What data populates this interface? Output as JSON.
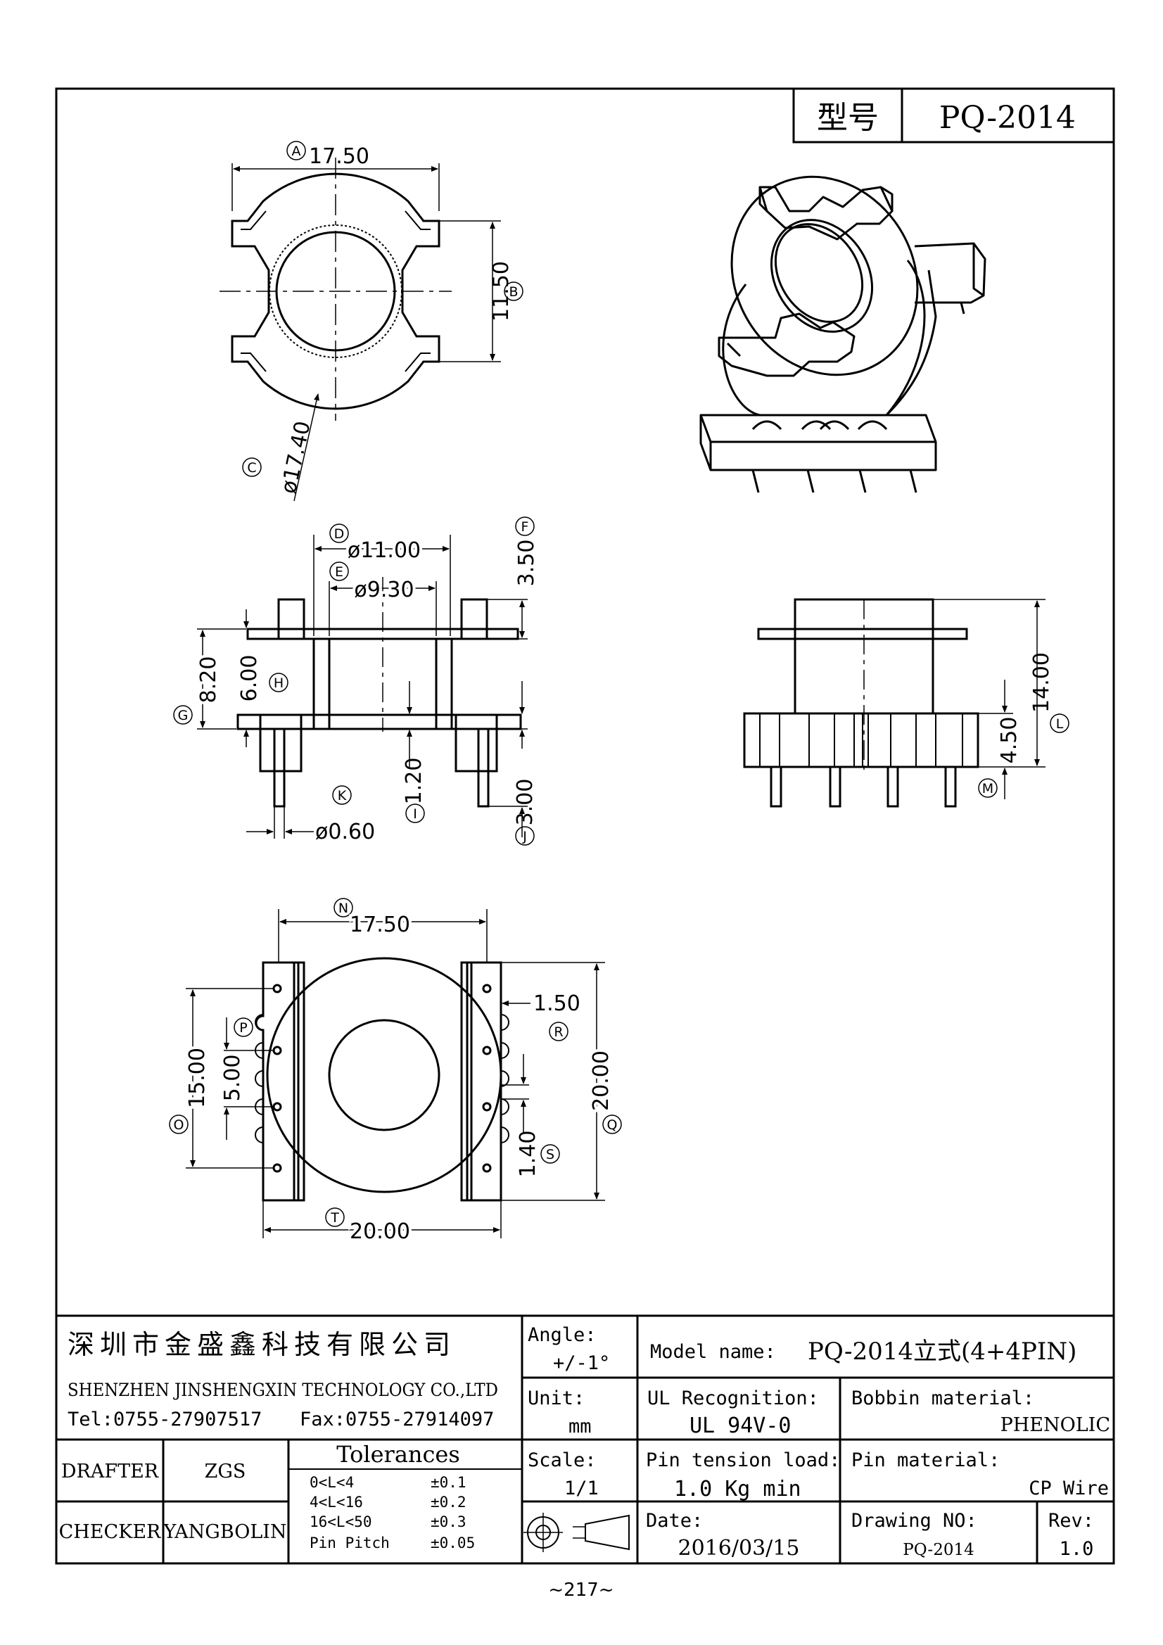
{
  "model_box": {
    "label_cn": "型号",
    "value": "PQ-2014"
  },
  "top_view": {
    "dim_a": "17.50",
    "dim_b": "11.50",
    "dim_c": "ø17.40",
    "letter_a": "A",
    "letter_b": "B",
    "letter_c": "C"
  },
  "front_view": {
    "dim_d": "ø11.00",
    "dim_e": "ø9.30",
    "dim_f": "3.50",
    "dim_g": "8.20",
    "dim_h": "6.00",
    "dim_i": "1.20",
    "dim_j": "3.00",
    "dim_k": "ø0.60",
    "letter_d": "D",
    "letter_e": "E",
    "letter_f": "F",
    "letter_g": "G",
    "letter_h": "H",
    "letter_i": "I",
    "letter_j": "J",
    "letter_k": "K"
  },
  "side_view": {
    "dim_l": "14.00",
    "dim_m": "4.50",
    "letter_l": "L",
    "letter_m": "M"
  },
  "bottom_view": {
    "dim_n": "17.50",
    "dim_o": "15.00",
    "dim_p": "5.00",
    "dim_q": "20.00",
    "dim_r": "1.50",
    "dim_s": "1.40",
    "dim_t": "20.00",
    "letter_n": "N",
    "letter_o": "O",
    "letter_p": "P",
    "letter_q": "Q",
    "letter_r": "R",
    "letter_s": "S",
    "letter_t": "T"
  },
  "title_block": {
    "company_cn": "深圳市金盛鑫科技有限公司",
    "company_en": "SHENZHEN JINSHENGXIN TECHNOLOGY CO.,LTD",
    "tel": "Tel:0755-27907517",
    "fax": "Fax:0755-27914097",
    "angle_label": "Angle:",
    "angle_value": "+/-1°",
    "model_label": "Model name:",
    "model_value": "PQ-2014立式(4+4PIN)",
    "unit_label": "Unit:",
    "unit_value": "mm",
    "ul_label": "UL Recognition:",
    "ul_value": "UL 94V-0",
    "bobbin_label": "Bobbin material:",
    "bobbin_value": "PHENOLIC",
    "drafter_label": "DRAFTER",
    "drafter_value": "ZGS",
    "checker_label": "CHECKER",
    "checker_value": "YANGBOLIN",
    "tolerances_title": "Tolerances",
    "tolerances": [
      {
        "range": "0<L<4",
        "value": "±0.1"
      },
      {
        "range": "4<L<16",
        "value": "±0.2"
      },
      {
        "range": "16<L<50",
        "value": "±0.3"
      },
      {
        "range": "Pin Pitch",
        "value": "±0.05"
      }
    ],
    "scale_label": "Scale:",
    "scale_value": "1/1",
    "pin_tension_label": "Pin tension load:",
    "pin_tension_value": "1.0 Kg min",
    "pin_material_label": "Pin material:",
    "pin_material_value": "CP Wire",
    "date_label": "Date:",
    "date_value": "2016/03/15",
    "drawing_no_label": "Drawing NO:",
    "drawing_no_value": "PQ-2014",
    "rev_label": "Rev:",
    "rev_value": "1.0"
  },
  "page_number": "~217~"
}
